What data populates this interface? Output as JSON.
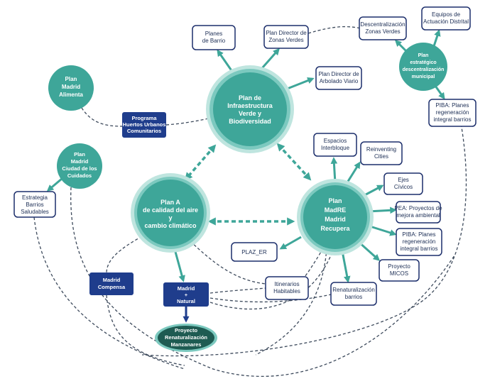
{
  "colors": {
    "teal": "#3ea699",
    "teal_light": "#bfe5df",
    "teal_mid": "#7cc9bf",
    "navy": "#1f3d8c",
    "navy_border": "#1c2e6b",
    "dark_green": "#1e5b52",
    "dashed_line": "#3d4a5c"
  },
  "circles": {
    "infraestructura": [
      "Plan de",
      "Infraestructura",
      "Verde y",
      "Biodiversidad"
    ],
    "plan_a": [
      "Plan A",
      "de calidad del aire",
      "y",
      "cambio climático"
    ],
    "madre": [
      "Plan",
      "MadRE",
      "Madrid",
      "Recupera"
    ],
    "alimenta": [
      "Plan",
      "Madrid",
      "Alimenta"
    ],
    "cuidados": [
      "Plan",
      "Madrid",
      "Ciudad de los",
      "Cuidados"
    ],
    "descentralizacion": [
      "Plan",
      "estratégico",
      "descentralización",
      "municipal"
    ]
  },
  "boxes": {
    "planes_barrio": [
      "Planes",
      "de Barrio"
    ],
    "plan_zonas_verdes": [
      "Plan Director de",
      "Zonas Verdes"
    ],
    "plan_arbolado": [
      "Plan Director de",
      "Arbolado Viario"
    ],
    "descentralizacion_zonas": [
      "Descentralización",
      "Zonas Verdes"
    ],
    "equipos_actuacion": [
      "Equipos de",
      "Actuación Distrital"
    ],
    "piba_top": [
      "PIBA: Planes",
      "regeneración",
      "integral barrios"
    ],
    "espacios_interbloque": [
      "Espacios",
      "Interbloque"
    ],
    "reinventing_cities": [
      "Reinventing",
      "Cities"
    ],
    "ejes_civicos": [
      "Ejes",
      "Cívicos"
    ],
    "pea": [
      "PEA: Proyectos de",
      "mejora ambiental"
    ],
    "piba_right": [
      "PIBA: Planes",
      "regeneración",
      "integral barrios"
    ],
    "plaz_er": [
      "PLAZ_ER"
    ],
    "proyecto_micos": [
      "Proyecto",
      "MICOS"
    ],
    "itinerarios": [
      "Itinerarios",
      "Habitables"
    ],
    "renaturalizacion_barrios": [
      "Renaturalización",
      "barrios"
    ],
    "estrategia_barrios": [
      "Estrategia",
      "Barrios",
      "Saludables"
    ]
  },
  "navy_boxes": {
    "programa_huertos": [
      "Programa",
      "Huertos Urbanos",
      "Comunitarios"
    ],
    "madrid_compensa": [
      "Madrid",
      "Compensa"
    ],
    "madrid_natural": [
      "Madrid",
      "+",
      "Natural"
    ]
  },
  "ellipse": {
    "proyecto_manzanares": [
      "Proyecto",
      "Renaturalización",
      "Manzanares"
    ]
  }
}
